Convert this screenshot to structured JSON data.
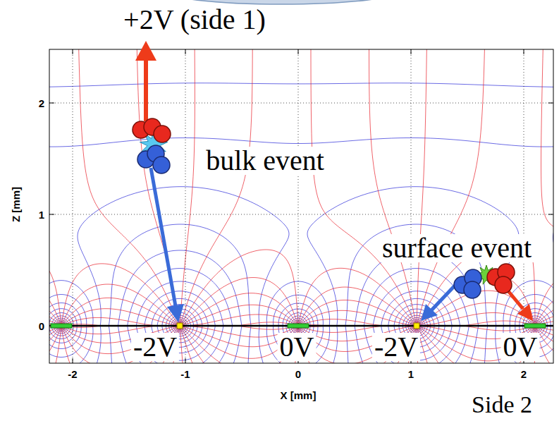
{
  "diagram": {
    "labels": [
      "+2V (side 1)",
      "bulk event",
      "surface event",
      "Z [mm]",
      "2",
      "1",
      "0",
      "-2V",
      "0V",
      "-2V",
      "0V",
      "-2",
      "-1",
      "0",
      "1",
      "2",
      "X [mm]",
      "Side 2"
    ]
  }
}
